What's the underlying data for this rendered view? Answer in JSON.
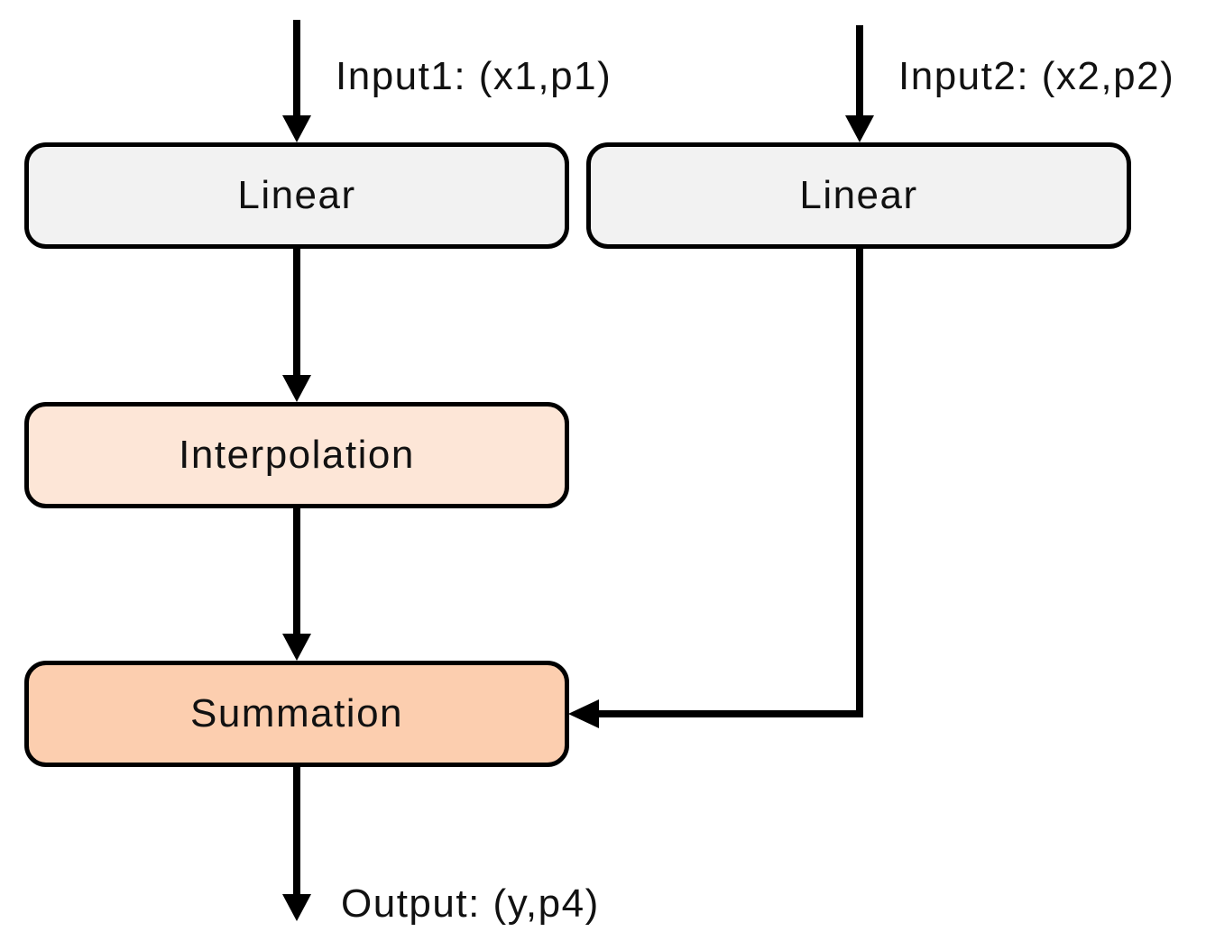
{
  "diagram": {
    "inputs": {
      "input1": "Input1: (x1,p1)",
      "input2": "Input2: (x2,p2)"
    },
    "output": "Output: (y,p4)",
    "nodes": {
      "linear_left": {
        "label": "Linear",
        "fill": "#f2f2f2"
      },
      "linear_right": {
        "label": "Linear",
        "fill": "#f2f2f2"
      },
      "interpolation": {
        "label": "Interpolation",
        "fill": "#fde6d7"
      },
      "summation": {
        "label": "Summation",
        "fill": "#fcceaf"
      }
    },
    "edges": [
      {
        "from": "input1",
        "to": "linear_left"
      },
      {
        "from": "input2",
        "to": "linear_right"
      },
      {
        "from": "linear_left",
        "to": "interpolation"
      },
      {
        "from": "interpolation",
        "to": "summation"
      },
      {
        "from": "linear_right",
        "to": "summation"
      },
      {
        "from": "summation",
        "to": "output"
      }
    ]
  }
}
